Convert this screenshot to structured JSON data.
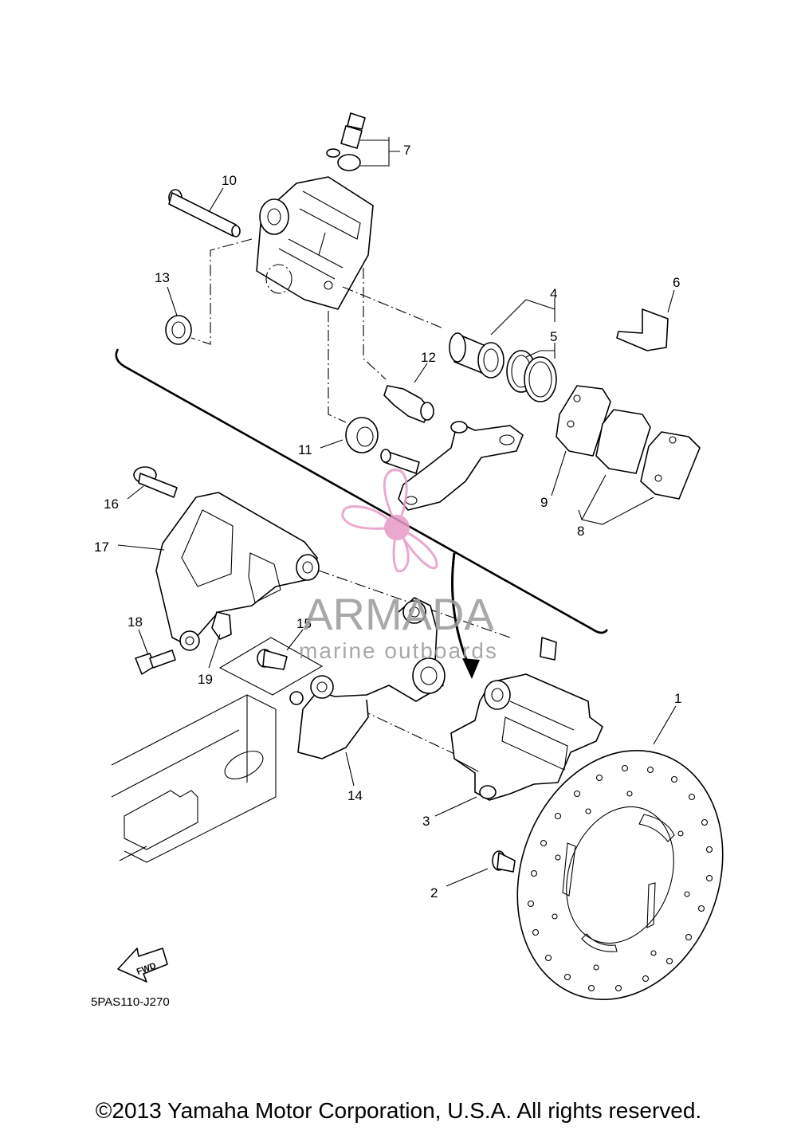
{
  "diagram": {
    "callouts": [
      "1",
      "2",
      "3",
      "4",
      "5",
      "6",
      "7",
      "8",
      "9",
      "10",
      "11",
      "12",
      "13",
      "14",
      "15",
      "16",
      "17",
      "18",
      "19"
    ],
    "part_code": "5PAS110-J270",
    "fwd_label": "FWD"
  },
  "watermark": {
    "name": "ARMADA",
    "tagline": "marine outboards",
    "logo_color": "#e79ac7"
  },
  "footer": {
    "copyright": "©2013 Yamaha Motor Corporation, U.S.A. All rights reserved."
  }
}
